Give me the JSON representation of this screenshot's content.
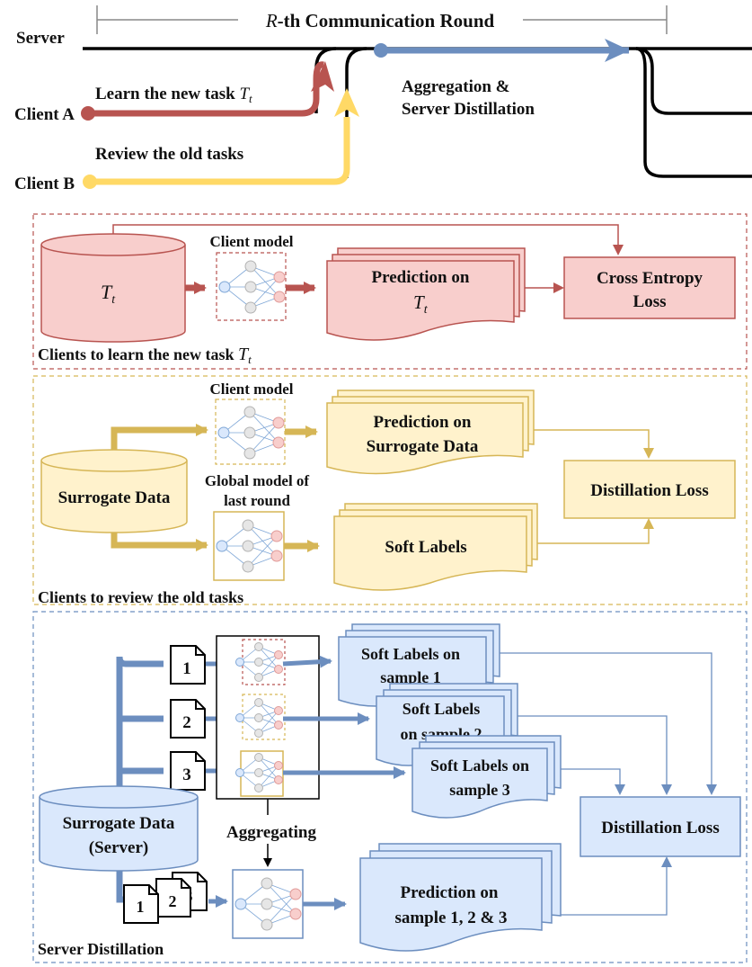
{
  "timeline": {
    "round_label_pre": "R",
    "round_label_post": "-th Communication Round",
    "server": "Server",
    "client_a": "Client A",
    "client_b": "Client B",
    "learn_text": "Learn the new task ",
    "task_symbol": "T",
    "task_sub": "t",
    "review_text": "Review the old tasks",
    "aggregation_line1": "Aggregation &",
    "aggregation_line2": "Server Distillation"
  },
  "panel_new_task": {
    "caption": "Clients to learn the new task ",
    "database_symbol": "T",
    "database_sub": "t",
    "model_label": "Client model",
    "prediction_line1": "Prediction on",
    "prediction_symbol": "T",
    "prediction_sub": "t",
    "loss_line1": "Cross Entropy",
    "loss_line2": "Loss"
  },
  "panel_review": {
    "caption": "Clients to review the old tasks",
    "database_label": "Surrogate Data",
    "client_model_label": "Client model",
    "global_model_line1": "Global model of",
    "global_model_line2": "last round",
    "prediction_line1": "Prediction on",
    "prediction_line2": "Surrogate Data",
    "soft_labels": "Soft Labels",
    "loss": "Distillation Loss"
  },
  "panel_server": {
    "caption": "Server Distillation",
    "database_line1": "Surrogate Data",
    "database_line2": "(Server)",
    "sample_1": "1",
    "sample_2": "2",
    "sample_3": "3",
    "soft1_line1": "Soft Labels on",
    "soft1_line2": "sample 1",
    "soft2_line1": "Soft Labels",
    "soft2_line2": "on sample 2",
    "soft3_line1": "Soft Labels on",
    "soft3_line2": "sample 3",
    "aggregating": "Aggregating",
    "prediction_line1": "Prediction on",
    "prediction_line2": "sample 1, 2 & 3",
    "loss": "Distillation Loss"
  },
  "colors": {
    "red": "#b85450",
    "red_fill": "#f8cecc",
    "yellow": "#d6b656",
    "yellow_fill": "#fff2cc",
    "yellow_arrow": "#ffd966",
    "blue": "#6c8ebf",
    "blue_fill": "#dae8fc",
    "black": "#000000"
  }
}
